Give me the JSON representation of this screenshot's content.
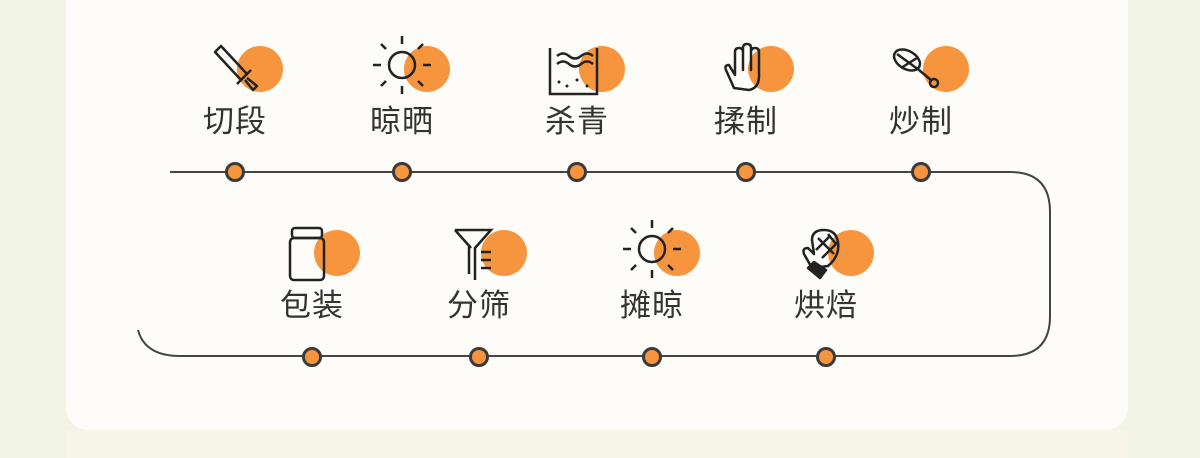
{
  "accent_color": "#f7953f",
  "rows": [
    [
      {
        "label": "切段",
        "icon": "knife-icon"
      },
      {
        "label": "晾晒",
        "icon": "sun-icon"
      },
      {
        "label": "杀青",
        "icon": "steam-pot-icon"
      },
      {
        "label": "揉制",
        "icon": "hand-icon"
      },
      {
        "label": "炒制",
        "icon": "whisk-icon"
      }
    ],
    [
      {
        "label": "包装",
        "icon": "jar-icon"
      },
      {
        "label": "分筛",
        "icon": "sieve-funnel-icon"
      },
      {
        "label": "摊晾",
        "icon": "sun-icon"
      },
      {
        "label": "烘焙",
        "icon": "oven-mitt-icon"
      }
    ]
  ]
}
